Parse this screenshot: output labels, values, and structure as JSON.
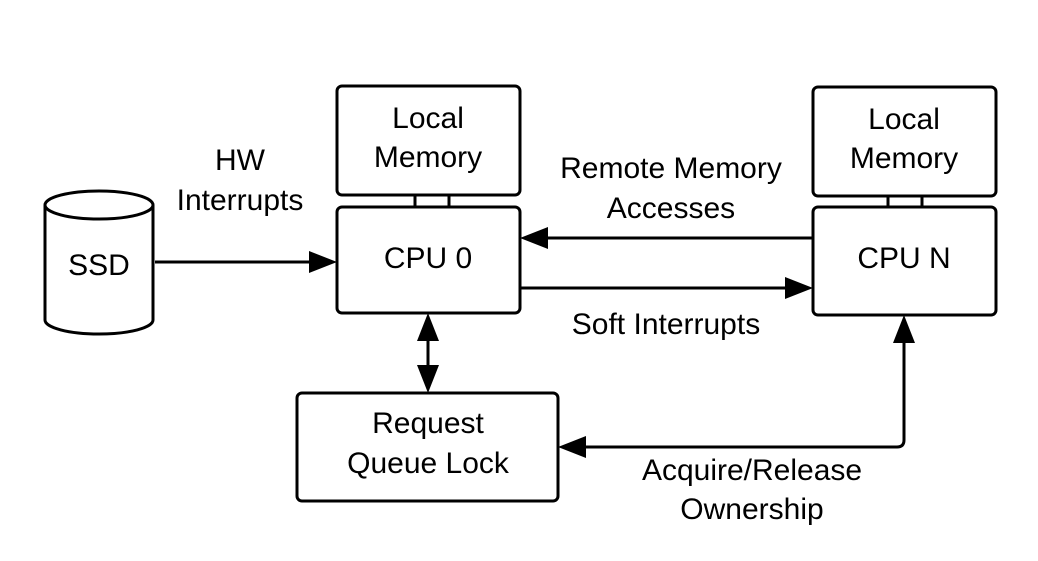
{
  "nodes": {
    "ssd": "SSD",
    "cpu0": "CPU 0",
    "cpun": "CPU N",
    "mem0": [
      "Local",
      "Memory"
    ],
    "memn": [
      "Local",
      "Memory"
    ],
    "lock": [
      "Request",
      "Queue Lock"
    ]
  },
  "edges": {
    "hw_interrupts": [
      "HW",
      "Interrupts"
    ],
    "remote_memory": [
      "Remote Memory",
      "Accesses"
    ],
    "soft_interrupts": "Soft Interrupts",
    "acquire_release": [
      "Acquire/Release",
      "Ownership"
    ]
  }
}
